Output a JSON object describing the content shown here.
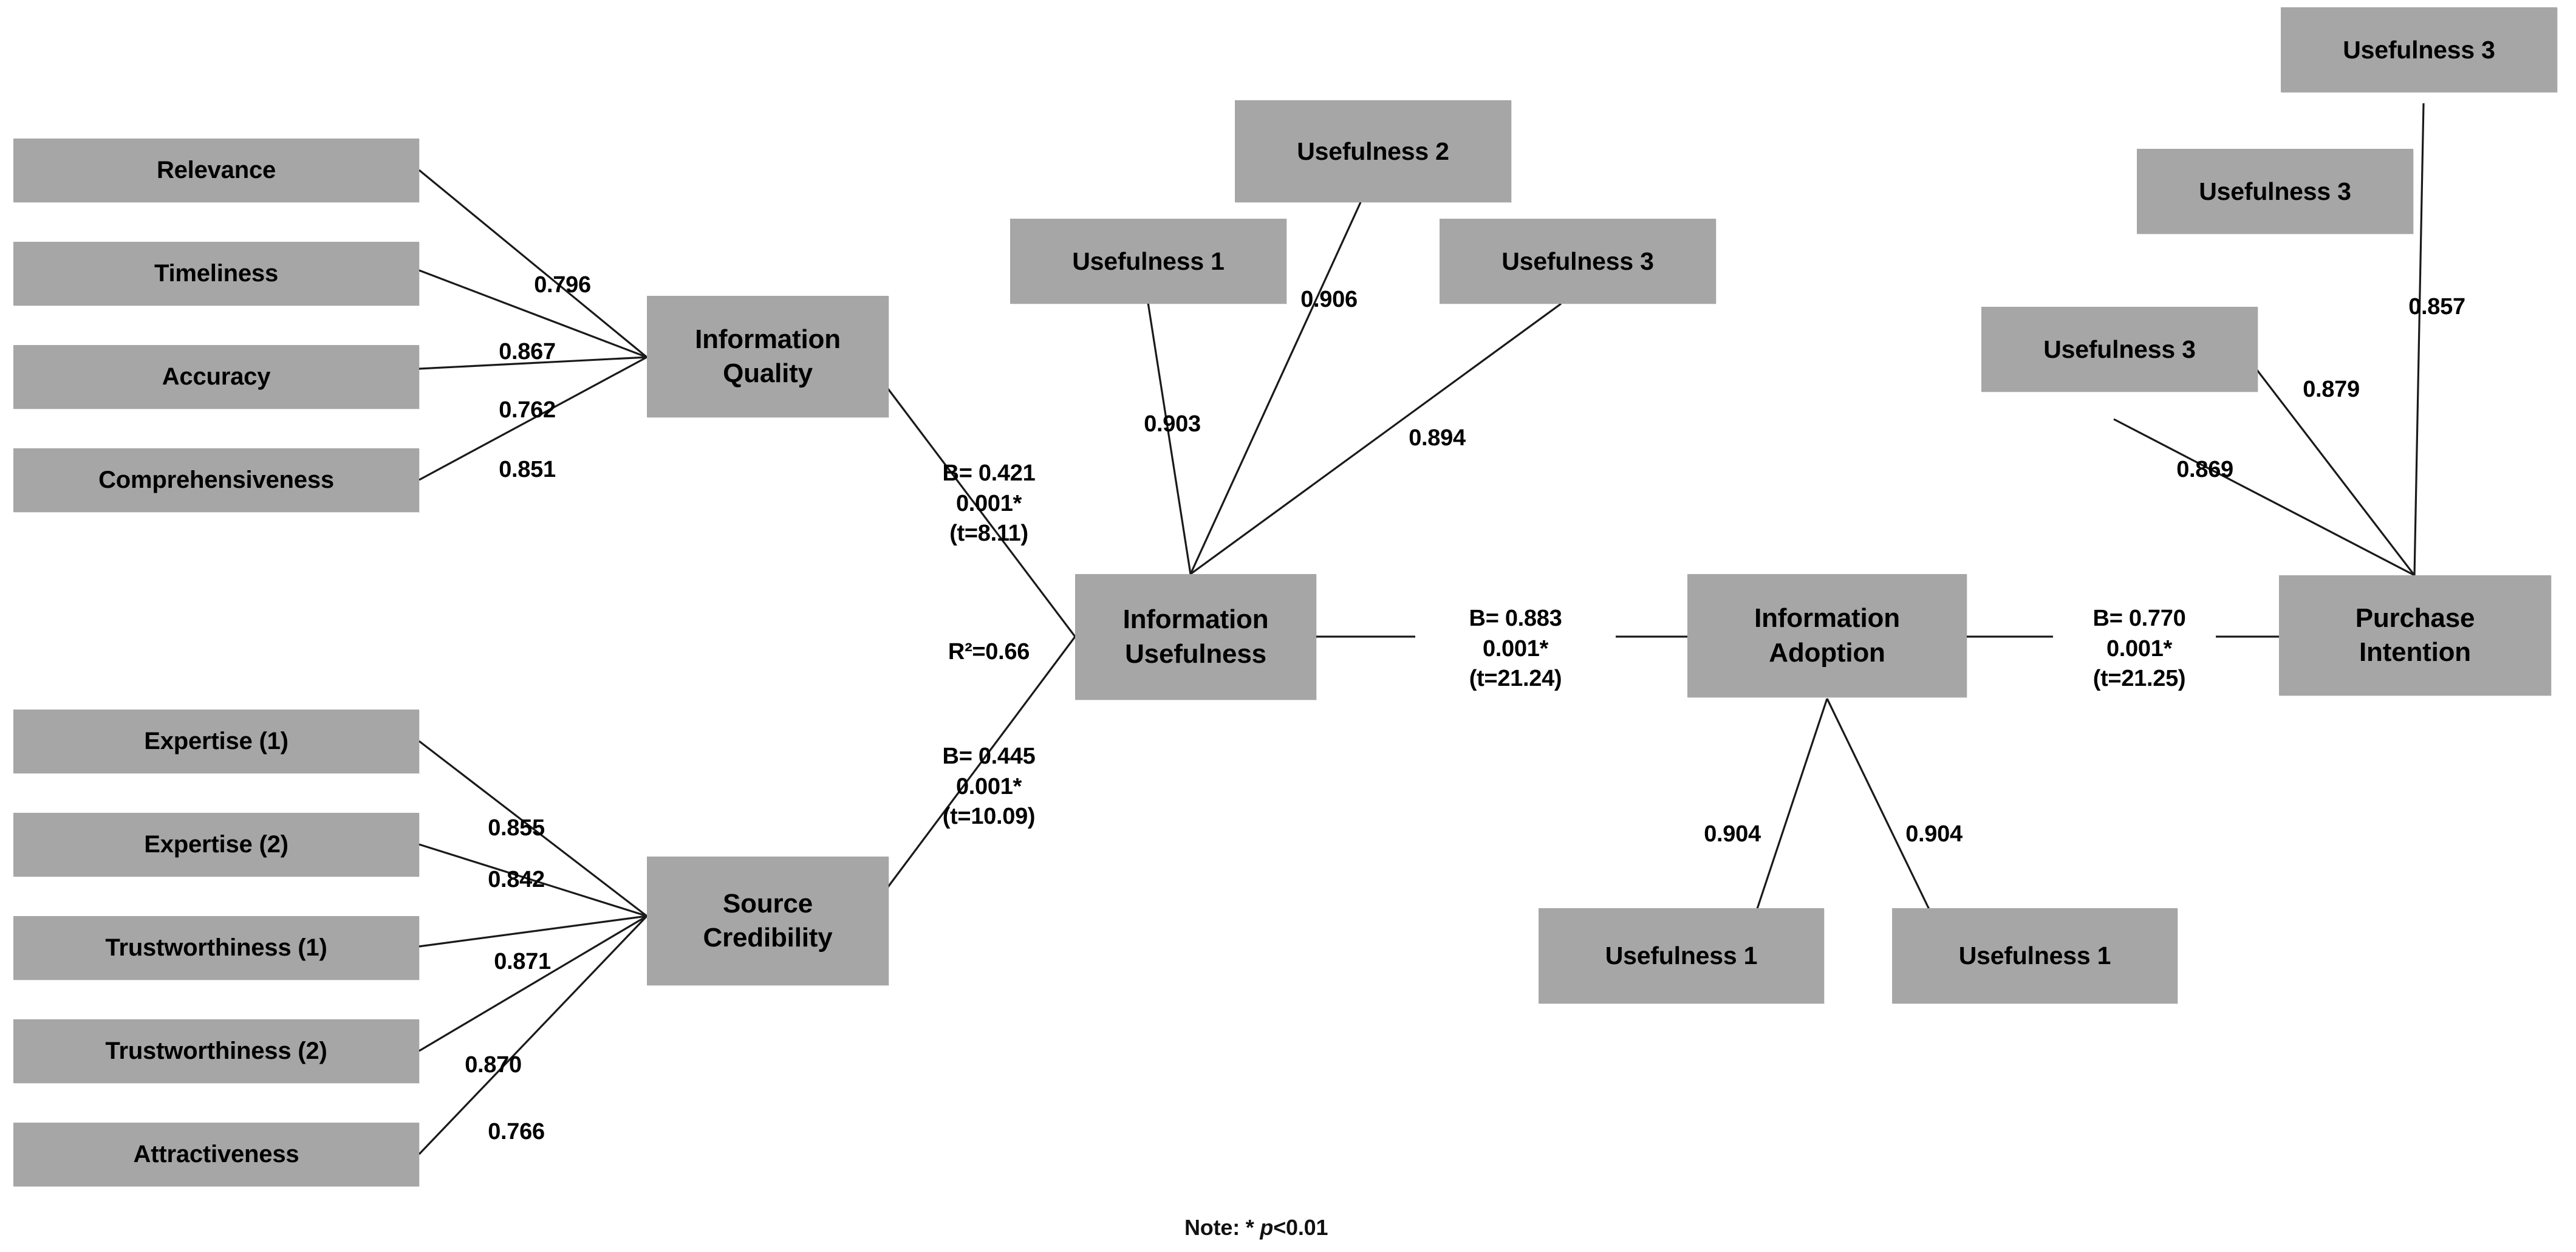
{
  "diagram": {
    "title": "Structural Equation Model Path Diagram",
    "note": "Note: * p<0.01",
    "note_prefix": "Note: * ",
    "note_italic": "p",
    "note_suffix": "<0.01",
    "colors": {
      "node_fill": "#a6a6a6",
      "edge": "#1a1a1a",
      "text": "#000000",
      "background": "#ffffff"
    }
  },
  "nodes": {
    "iq_indicators": [
      {
        "id": "relevance",
        "label": "Relevance"
      },
      {
        "id": "timeliness",
        "label": "Timeliness"
      },
      {
        "id": "accuracy",
        "label": "Accuracy"
      },
      {
        "id": "comprehensiveness",
        "label": "Comprehensiveness"
      }
    ],
    "sc_indicators": [
      {
        "id": "expertise-1",
        "label": "Expertise (1)"
      },
      {
        "id": "expertise-2",
        "label": "Expertise (2)"
      },
      {
        "id": "trustworthiness-1",
        "label": "Trustworthiness (1)"
      },
      {
        "id": "trustworthiness-2",
        "label": "Trustworthiness (2)"
      },
      {
        "id": "attractiveness",
        "label": "Attractiveness"
      }
    ],
    "iu_indicators": [
      {
        "id": "usefulness-1-top",
        "label": "Usefulness 1"
      },
      {
        "id": "usefulness-2-top",
        "label": "Usefulness 2"
      },
      {
        "id": "usefulness-3-top",
        "label": "Usefulness 3"
      }
    ],
    "ia_indicators": [
      {
        "id": "usefulness-1-bottom-left",
        "label": "Usefulness 1"
      },
      {
        "id": "usefulness-1-bottom-right",
        "label": "Usefulness 1"
      }
    ],
    "pi_indicators": [
      {
        "id": "usefulness-3-right-low",
        "label": "Usefulness 3"
      },
      {
        "id": "usefulness-3-right-mid",
        "label": "Usefulness 3"
      },
      {
        "id": "usefulness-3-right-high",
        "label": "Usefulness 3"
      }
    ],
    "constructs": [
      {
        "id": "information-quality",
        "label": "Information\nQuality"
      },
      {
        "id": "source-credibility",
        "label": "Source\nCredibility"
      },
      {
        "id": "information-usefulness",
        "label": "Information\nUsefulness"
      },
      {
        "id": "information-adoption",
        "label": "Information\nAdoption"
      },
      {
        "id": "purchase-intention",
        "label": "Purchase\nIntention"
      }
    ]
  },
  "loadings": {
    "information_quality": [
      {
        "indicator": "Relevance",
        "value": "0.796"
      },
      {
        "indicator": "Timeliness",
        "value": "0.867"
      },
      {
        "indicator": "Accuracy",
        "value": "0.762"
      },
      {
        "indicator": "Comprehensiveness",
        "value": "0.851"
      }
    ],
    "source_credibility": [
      {
        "indicator": "Expertise (1)",
        "value": "0.855"
      },
      {
        "indicator": "Expertise (2)",
        "value": "0.842"
      },
      {
        "indicator": "Trustworthiness (1)",
        "value": "0.871"
      },
      {
        "indicator": "Trustworthiness (2)",
        "value": "0.870"
      },
      {
        "indicator": "Attractiveness",
        "value": "0.766"
      }
    ],
    "information_usefulness": [
      {
        "indicator": "Usefulness 1",
        "value": "0.903"
      },
      {
        "indicator": "Usefulness 2",
        "value": "0.906"
      },
      {
        "indicator": "Usefulness 3",
        "value": "0.894"
      }
    ],
    "information_adoption": [
      {
        "indicator": "Usefulness 1",
        "value": "0.904"
      },
      {
        "indicator": "Usefulness 1",
        "value": "0.904"
      }
    ],
    "purchase_intention": [
      {
        "indicator": "Usefulness 3",
        "value": "0.869"
      },
      {
        "indicator": "Usefulness 3",
        "value": "0.879"
      },
      {
        "indicator": "Usefulness 3",
        "value": "0.857"
      }
    ]
  },
  "paths": [
    {
      "id": "iq-to-iu",
      "from": "Information Quality",
      "to": "Information Usefulness",
      "beta": "B= 0.421",
      "p": "0.001*",
      "t": "(t=8.11)",
      "text": "B= 0.421\n0.001*\n(t=8.11)"
    },
    {
      "id": "sc-to-iu",
      "from": "Source Credibility",
      "to": "Information Usefulness",
      "beta": "B= 0.445",
      "p": "0.001*",
      "t": "(t=10.09)",
      "text": "B= 0.445\n0.001*\n(t=10.09)"
    },
    {
      "id": "iu-to-ia",
      "from": "Information Usefulness",
      "to": "Information Adoption",
      "beta": "B= 0.883",
      "p": "0.001*",
      "t": "(t=21.24)",
      "text": "B= 0.883\n0.001*\n(t=21.24)"
    },
    {
      "id": "ia-to-pi",
      "from": "Information Adoption",
      "to": "Purchase Intention",
      "beta": "B= 0.770",
      "p": "0.001*",
      "t": "(t=21.25)",
      "text": "B= 0.770\n0.001*\n(t=21.25)"
    }
  ],
  "variance_explained": [
    {
      "id": "r2-information-usefulness",
      "label": "R²=0.66",
      "target": "Information Usefulness"
    }
  ],
  "chart_data": {
    "type": "diagram",
    "title": "Structural Equation Model Path Diagram",
    "measurement_model": {
      "Information Quality": {
        "Relevance": 0.796,
        "Timeliness": 0.867,
        "Accuracy": 0.762,
        "Comprehensiveness": 0.851
      },
      "Source Credibility": {
        "Expertise (1)": 0.855,
        "Expertise (2)": 0.842,
        "Trustworthiness (1)": 0.871,
        "Trustworthiness (2)": 0.87,
        "Attractiveness": 0.766
      },
      "Information Usefulness": {
        "Usefulness 1": 0.903,
        "Usefulness 2": 0.906,
        "Usefulness 3": 0.894
      },
      "Information Adoption": {
        "Usefulness 1 (a)": 0.904,
        "Usefulness 1 (b)": 0.904
      },
      "Purchase Intention": {
        "Usefulness 3 (a)": 0.869,
        "Usefulness 3 (b)": 0.879,
        "Usefulness 3 (c)": 0.857
      }
    },
    "structural_model": [
      {
        "from": "Information Quality",
        "to": "Information Usefulness",
        "beta": 0.421,
        "p": 0.001,
        "t": 8.11
      },
      {
        "from": "Source Credibility",
        "to": "Information Usefulness",
        "beta": 0.445,
        "p": 0.001,
        "t": 10.09
      },
      {
        "from": "Information Usefulness",
        "to": "Information Adoption",
        "beta": 0.883,
        "p": 0.001,
        "t": 21.24
      },
      {
        "from": "Information Adoption",
        "to": "Purchase Intention",
        "beta": 0.77,
        "p": 0.001,
        "t": 21.25
      }
    ],
    "r_squared": {
      "Information Usefulness": 0.66
    },
    "note": "Note: * p<0.01"
  }
}
